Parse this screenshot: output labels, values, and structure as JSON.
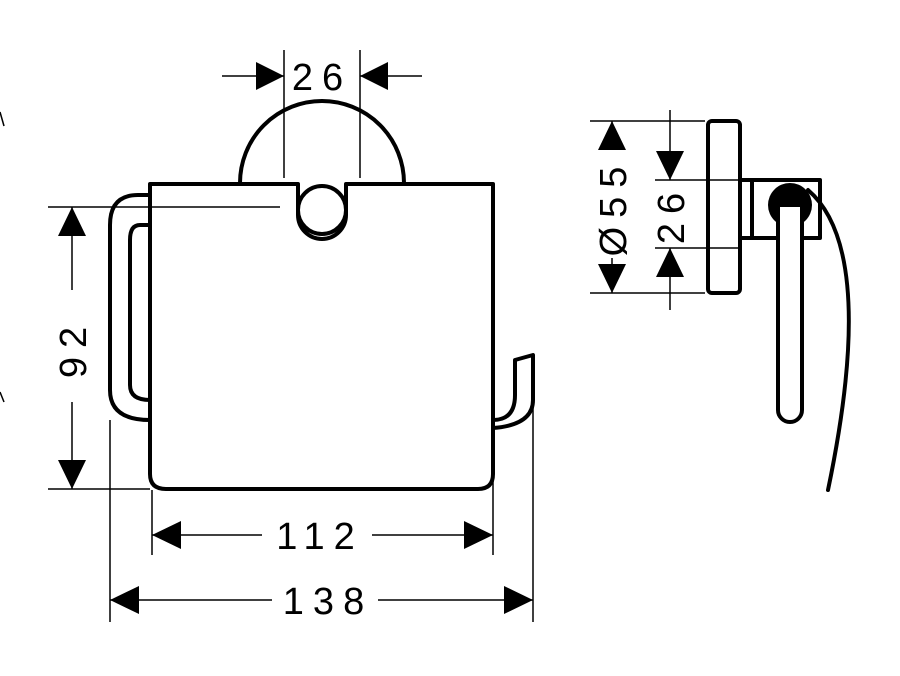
{
  "diagram": {
    "front_view": {
      "top_width_dim": "26",
      "height_dim": "92",
      "cover_width_dim": "112",
      "overall_width_dim": "138"
    },
    "side_view": {
      "rosette_diameter_dim": "Ø55",
      "bar_height_dim": "26"
    },
    "colors": {
      "line": "#000000",
      "background": "#ffffff"
    }
  }
}
